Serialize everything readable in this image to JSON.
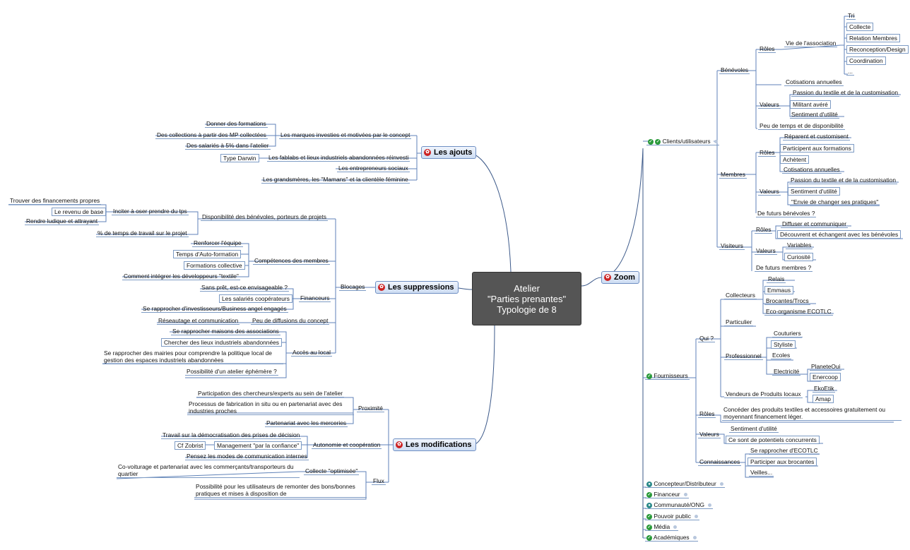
{
  "central": {
    "line1": "Atelier",
    "line2": "\"Parties prenantes\"",
    "line3": "Typologie de 8"
  },
  "branches": {
    "ajouts": "Les ajouts",
    "suppressions": "Les suppressions",
    "modifications": "Les modifications",
    "zoom": "Zoom"
  },
  "ajouts": {
    "marques": "Les marques investies et motivées par le concept",
    "formations": "Donner des formations",
    "collections": "Des collections à partir des MP collectées",
    "salaries": "Des salariés à 5% dans l'atelier",
    "fablabs": "Les fablabs et lieux industriels abandonnées réinvesti",
    "darwin": "Type Darwin",
    "entrepreneurs": "Les entrepreneurs sociaux",
    "grandsmeres": "Les grandsmères, les \"Mamans\" et la clientèle féminine"
  },
  "suppressions": {
    "blocages": "Blocages",
    "dispo": "Disponibilité des bénévoles, porteurs de projets",
    "inciter": "Inciter à oser prendre du tps",
    "financements": "Trouver des financements propres",
    "revenu": "Le revenu de base",
    "ludique": "Rendre ludique et attrayant",
    "temps_projet": "% de temps de travail sur le projet",
    "competences": "Compétences des membres",
    "renforcer": "Renforcer l'équipe",
    "auto_formation": "Temps d'Auto-formation",
    "formations_coll": "Formations collective",
    "developpeurs": "Comment intégrer les développeurs \"textile\"",
    "financeurs": "Financeurs",
    "sans_pret": "Sans prêt, est-ce envisageable ?",
    "salaries_coop": "Les salariés coopérateurs",
    "investisseurs": "Se rapprocher d'investisseurs/Business angel engagés",
    "peu_diffusion": "Peu de diffusions du concept",
    "reseautage": "Réseautage et communication",
    "acces_local": "Accès au local",
    "maisons": "Se rapprocher maisons des associations",
    "lieux": "Chercher des lieux industriels abandonnées",
    "mairies": "Se rapprocher des mairies pour comprendre la politique local de gestion des espaces industriels abandonnées",
    "ephemere": "Possibilité d'un atelier éphémère ?"
  },
  "modifications": {
    "proximite": "Proximité",
    "chercheurs": "Participation des chercheurs/experts au sein de l'atelier",
    "processus": "Processus de fabrication in situ ou en partenariat avec des industries proches",
    "merceries": "Partenariat avec les merceries",
    "autonomie": "Autonomie et coopération",
    "democratisation": "Travail sur la démocratisation des prises de décision",
    "management": "Management \"par la confiance\"",
    "zobrist": "Cf Zobrist",
    "modes_comm": "Pensez les modes de communication internes",
    "flux": "Flux",
    "collecte_opt": "Collecte \"optimisée\"",
    "covoiturage": "Co-voiturage et partenariat avec les commerçants/transporteurs du quartier",
    "possibilite": "Possibilité pour les utilisateurs de remonter des bons/bonnes pratiques et mises à disposition de"
  },
  "zoom": {
    "clients": "Clients/utilisateurs",
    "benevoles": "Bénévoles",
    "roles": "Rôles",
    "vie_asso": "Vie de l'association",
    "tri": "Tri",
    "collecte": "Collecte",
    "relation": "Relation Membres",
    "reconception": "Reconception/Design",
    "coordination": "Coordination",
    "etc": "...",
    "cotisations": "Cotisations annuelles",
    "valeurs": "Valeurs",
    "passion": "Passion du textile et de la customisation",
    "militant": "Militant avéré",
    "sentiment": "Sentiment d'utilité",
    "peu_temps": "Peu de temps et de disponibilité",
    "membres": "Membres",
    "reparent": "Réparent et customisent",
    "participent": "Participent aux formations",
    "achetent": "Achètent",
    "envie": "\"Envie de changer ses pratiques\"",
    "futurs_benevoles": "De futurs bénévoles ?",
    "visiteurs": "Visiteurs",
    "diffuser": "Diffuser et communiquer",
    "decouvrent": "Découvrent et échangent avec les bénévoles",
    "variables": "Variables",
    "curiosite": "Curiosité",
    "futurs_membres": "De futurs membres ?",
    "fournisseurs": "Fournisseurs",
    "qui": "Qui ?",
    "collecteurs": "Collecteurs",
    "relais": "Relais",
    "emmaus": "Emmaus",
    "brocantes": "Brocantes/Trocs",
    "eco": "Eco-organisme ECOTLC",
    "particulier": "Particulier",
    "professionnel": "Professionnel",
    "couturiers": "Couturiers",
    "styliste": "Styliste",
    "ecoles": "Ecoles",
    "electricite": "Electricité",
    "planeteoui": "PlaneteOui",
    "enercoop": "Enercoop",
    "vendeurs": "Vendeurs de Produits locaux",
    "ekoetik": "EkoEtik",
    "amap": "Amap",
    "roles_f": "Rôles",
    "conceder": "Concéder des produits textiles et accessoires gratuitement ou moyennant financement léger.",
    "valeurs_f": "Valeurs",
    "concurrents": "Ce sont de potentiels concurrents",
    "connaissances": "Connaissances",
    "ecotlc": "Se rapprocher d'ECOTLC",
    "participer_brocantes": "Participer aux brocantes",
    "veilles": "Veilles...",
    "concepteur": "Concepteur/Distributeur",
    "financeur": "Financeur",
    "communaute": "Communauté/ONG",
    "pouvoir": "Pouvoir public",
    "media": "Média",
    "academiques": "Académiques"
  },
  "colors": {
    "line": "#5f82b8",
    "branch_line": "#3d5a8a",
    "central_bg": "#555555",
    "icon_red": "#cc2222",
    "icon_green": "#2a9a3a"
  },
  "icons": [
    "branch-red-icon",
    "leaf-green-icon",
    "expand-dot-icon"
  ]
}
